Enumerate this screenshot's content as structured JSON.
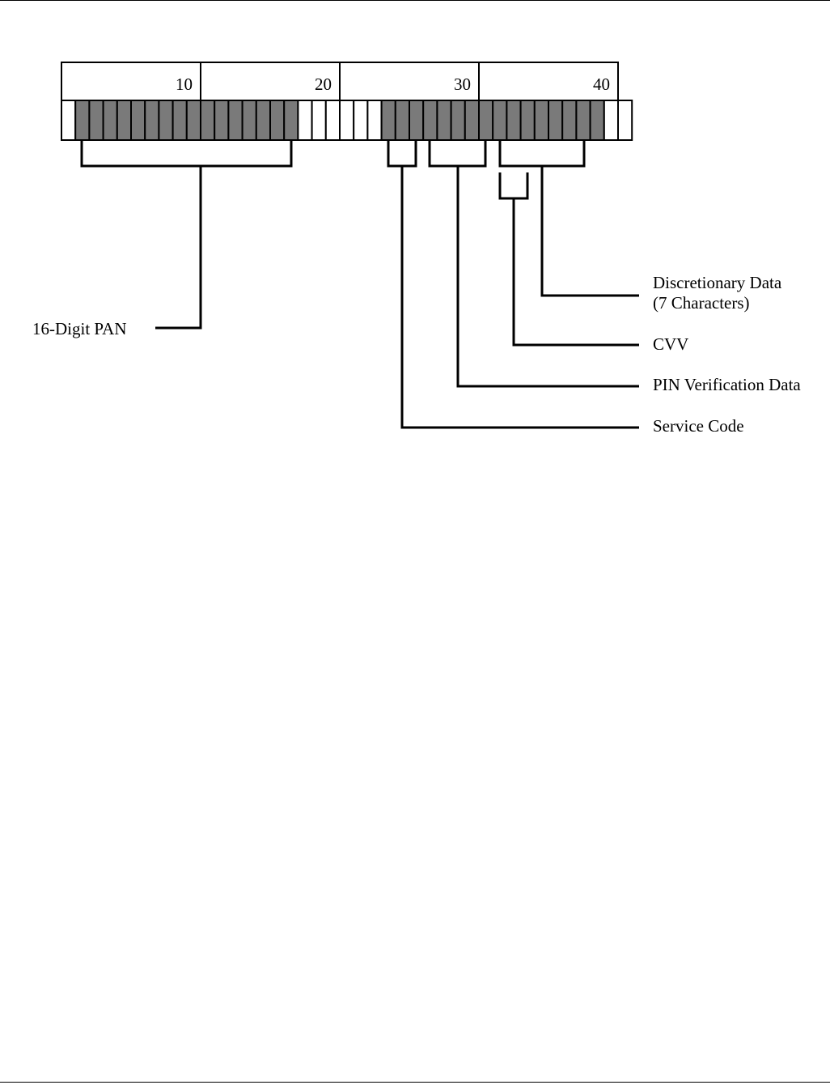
{
  "ruler": {
    "labels": [
      "10",
      "20",
      "30",
      "40"
    ]
  },
  "track": {
    "total_positions": 41,
    "filled_ranges": [
      [
        2,
        17
      ],
      [
        24,
        39
      ]
    ],
    "fill_color": "#7a7a7a",
    "empty_color": "#ffffff"
  },
  "fields": {
    "pan": {
      "label": "16-Digit PAN"
    },
    "service_code": {
      "label": "Service Code"
    },
    "pin": {
      "label": "PIN Verification Data"
    },
    "cvv": {
      "label": "CVV"
    },
    "discretionary": {
      "line1": "Discretionary Data",
      "line2": "(7 Characters)"
    }
  }
}
